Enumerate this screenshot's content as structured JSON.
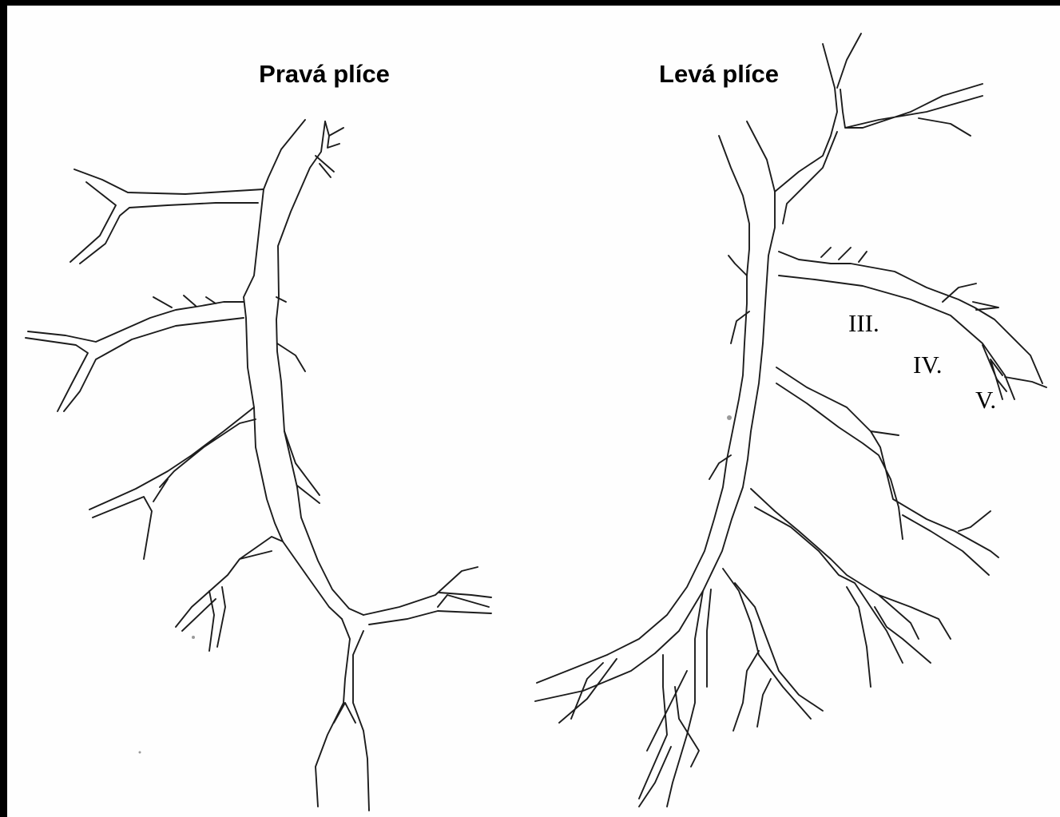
{
  "titles": {
    "right_lung": "Pravá plíce",
    "left_lung": "Levá plíce"
  },
  "branch_orders": {
    "third": "III.",
    "fourth": "IV.",
    "fifth": "V."
  }
}
